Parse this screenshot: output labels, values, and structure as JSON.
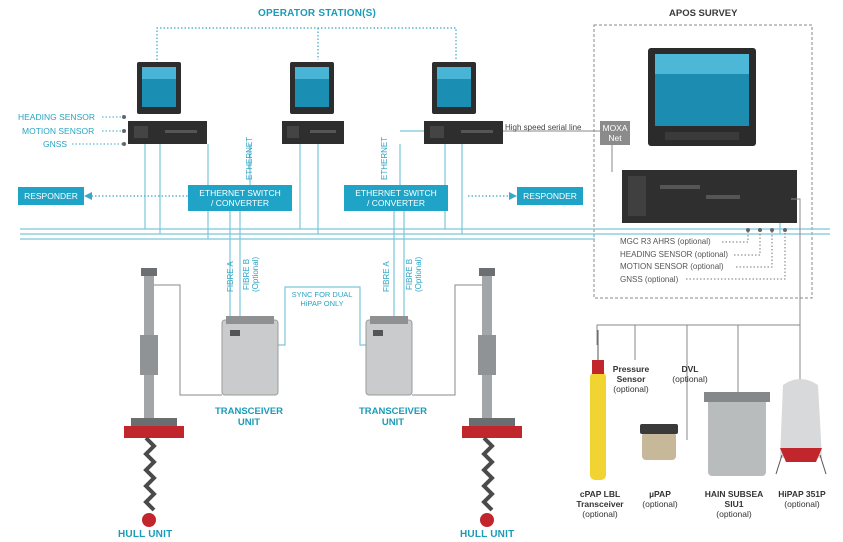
{
  "titles": {
    "operator_stations": "OPERATOR STATION(S)",
    "apos_survey": "APOS SURVEY",
    "hull_unit_left": "HULL UNIT",
    "hull_unit_right": "HULL UNIT",
    "transceiver_left": [
      "TRANSCEIVER",
      "UNIT"
    ],
    "transceiver_right": [
      "TRANSCEIVER",
      "UNIT"
    ]
  },
  "left_sensors": [
    "HEADING SENSOR",
    "MOTION SENSOR",
    "GNSS"
  ],
  "boxes": {
    "responder_left": "RESPONDER",
    "responder_right": "RESPONDER",
    "switch_left": [
      "ETHERNET SWITCH",
      "/ CONVERTER"
    ],
    "switch_right": [
      "ETHERNET SWITCH",
      "/ CONVERTER"
    ],
    "moxa": [
      "MOXA",
      "Net"
    ]
  },
  "line_labels": {
    "ethernet_left": "ETHERNET",
    "ethernet_right": "ETHERNET",
    "serial_line": "High speed serial line",
    "fibre_a_left": "FIBRE A",
    "fibre_b_left": [
      "FIBRE B",
      "(Optional)"
    ],
    "fibre_a_right": "FIBRE A",
    "fibre_b_right": [
      "FIBRE B",
      "(Optional)"
    ],
    "sync": [
      "SYNC FOR DUAL",
      "HiPAP ONLY"
    ]
  },
  "apos_sensors": [
    "MGC R3 AHRS (optional)",
    "HEADING SENSOR (optional)",
    "MOTION SENSOR (optional)",
    "GNSS (optional)"
  ],
  "equipment": {
    "pressure_sensor": [
      "Pressure",
      "Sensor",
      "(optional)"
    ],
    "dvl": [
      "DVL",
      "(optional)"
    ],
    "cpap": [
      "cPAP LBL",
      "Transceiver",
      "(optional)"
    ],
    "upap": [
      "µPAP",
      "(optional)"
    ],
    "hain": [
      "HAIN SUBSEA",
      "SIU1",
      "(optional)"
    ],
    "hipap": [
      "HiPAP 351P",
      "(optional)"
    ]
  },
  "colors": {
    "cyan": "#1fa3c6",
    "line_cyan": "#7cc6dc",
    "grey_box": "#8b8b8b",
    "red": "#c0262c"
  }
}
